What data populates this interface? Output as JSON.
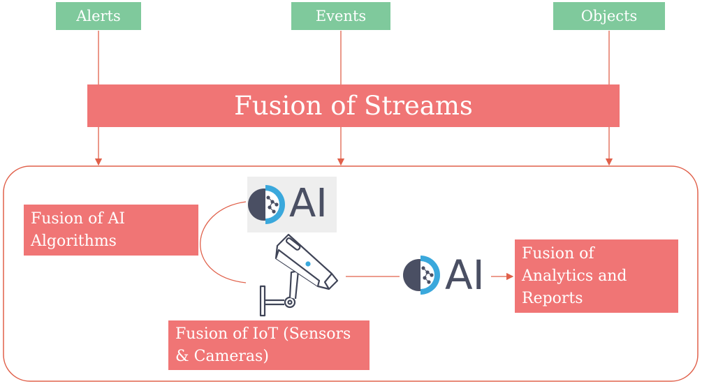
{
  "top_labels": {
    "alerts": "Alerts",
    "events": "Events",
    "objects": "Objects"
  },
  "banner": {
    "title": "Fusion of Streams"
  },
  "boxes": {
    "ai_algorithms": {
      "line1": "Fusion of AI",
      "line2": "Algorithms"
    },
    "iot": {
      "line1": "Fusion of IoT (Sensors",
      "line2": "& Cameras)"
    },
    "analytics": {
      "line1": "Fusion of",
      "line2": "Analytics and",
      "line3": "Reports"
    }
  },
  "logo": {
    "text": "AI"
  },
  "colors": {
    "green": "#7fc99c",
    "red": "#f07575",
    "line": "#e0604a",
    "logo_blue": "#3aa8dc",
    "logo_dark": "#4a4f63"
  }
}
